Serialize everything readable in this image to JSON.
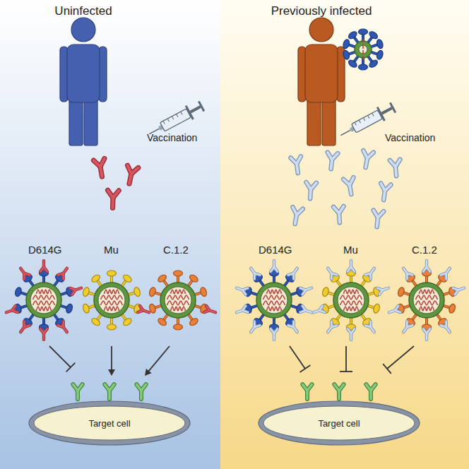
{
  "diagram": {
    "nodes": [
      {
        "text": [
          "Uninfected"
        ]
      },
      {
        "text": [
          "Target cell"
        ],
        "in": 0
      },
      {
        "text": [
          "Previously infected"
        ]
      },
      {
        "text": [
          "Target cell"
        ],
        "in": 2
      }
    ],
    "labels": [
      "Vaccination",
      "D614G",
      "Mu",
      "C.1.2",
      "Vaccination",
      "D614G",
      "Mu",
      "C.1.2"
    ]
  }
}
